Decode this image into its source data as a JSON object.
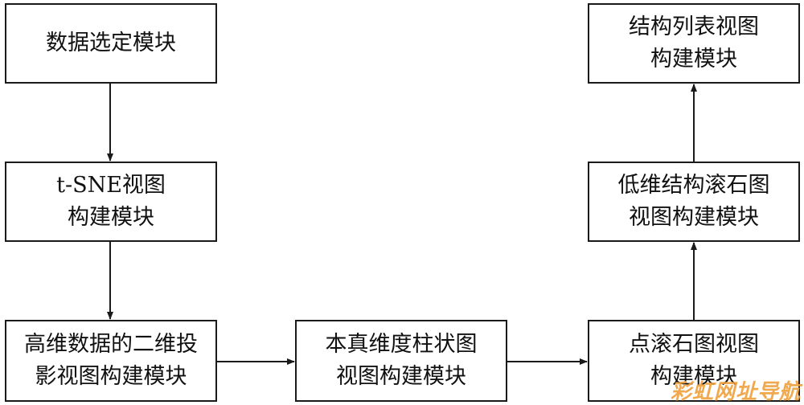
{
  "nodes": {
    "data_select": {
      "line1": "数据选定模块",
      "line2": ""
    },
    "tsne": {
      "line1": "t-SNE视图",
      "line2": "构建模块"
    },
    "projection": {
      "line1": "高维数据的二维投",
      "line2": "影视图构建模块"
    },
    "bar_chart": {
      "line1": "本真维度柱状图",
      "line2": "视图构建模块"
    },
    "scree": {
      "line1": "点滚石图视图",
      "line2": "构建模块"
    },
    "low_dim_scree": {
      "line1": "低维结构滚石图",
      "line2": "视图构建模块"
    },
    "structure_list": {
      "line1": "结构列表视图",
      "line2": "构建模块"
    }
  },
  "watermark": "彩虹网址导航",
  "colors": {
    "border": "#1a1a1a",
    "arrow": "#1a1a1a",
    "watermark": "#f0a03c"
  }
}
